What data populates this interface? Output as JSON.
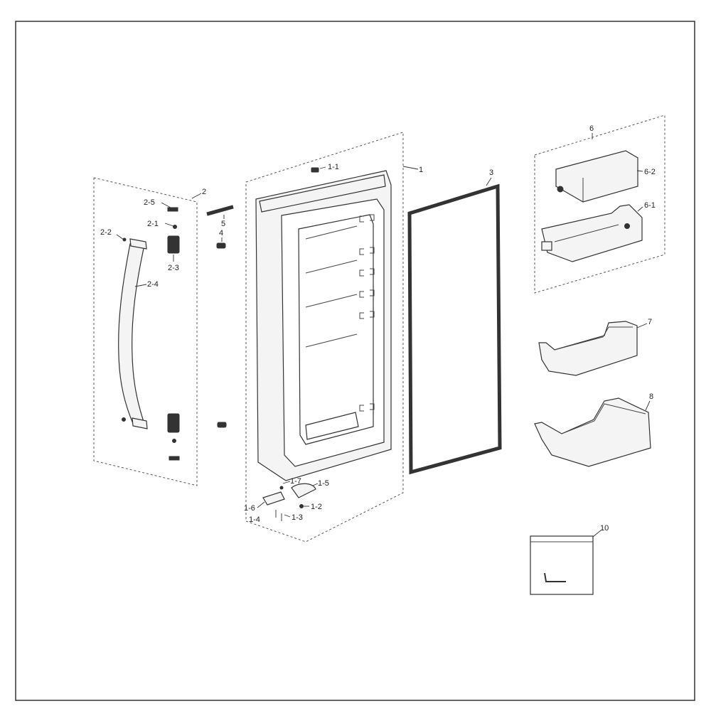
{
  "labels": {
    "l1": "1",
    "l1_1": "1-1",
    "l1_2": "1-2",
    "l1_3": "1-3",
    "l1_4": "1-4",
    "l1_5": "1-5",
    "l1_6": "1-6",
    "l1_7": "1-7",
    "l2": "2",
    "l2_1": "2-1",
    "l2_2": "2-2",
    "l2_3": "2-3",
    "l2_4": "2-4",
    "l2_5": "2-5",
    "l3": "3",
    "l4": "4",
    "l5": "5",
    "l6": "6",
    "l6_1": "6-1",
    "l6_2": "6-2",
    "l7": "7",
    "l8": "8",
    "l10": "10"
  },
  "colors": {
    "line": "#333333",
    "background": "#ffffff"
  }
}
